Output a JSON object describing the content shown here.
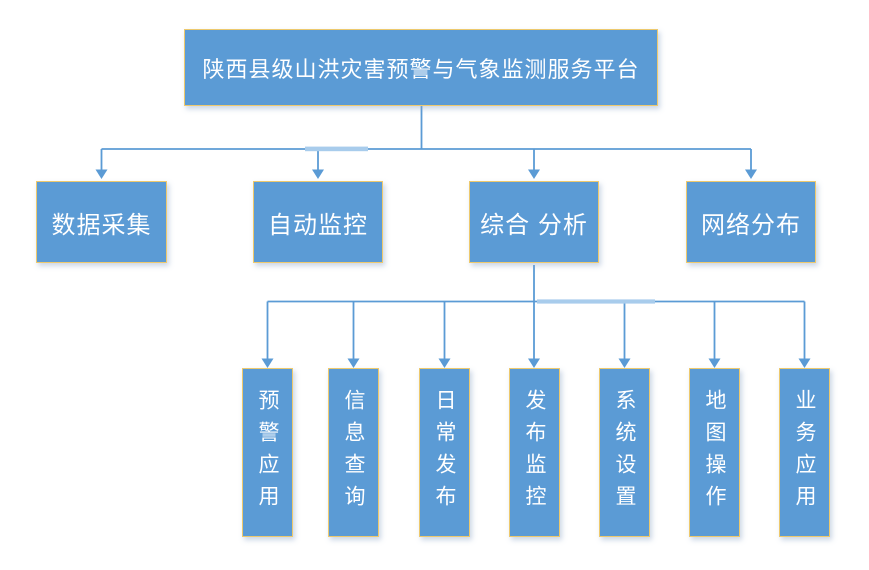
{
  "diagram": {
    "type": "org-chart",
    "root": {
      "label": "陕西县级山洪灾害预警与气象监测服务平台"
    },
    "level2": [
      {
        "label": "数据采集",
        "children": []
      },
      {
        "label": "自动监控",
        "children": []
      },
      {
        "label": "综合 分析",
        "children": [
          {
            "label": "预警应用"
          },
          {
            "label": "信息查询"
          },
          {
            "label": "日常发布"
          },
          {
            "label": "发布监控"
          },
          {
            "label": "系统设置"
          },
          {
            "label": "地图操作"
          },
          {
            "label": "业务应用"
          }
        ]
      },
      {
        "label": "网络分布",
        "children": []
      }
    ]
  },
  "colors": {
    "background": "#ffffff",
    "box_fill": "#5b9bd5",
    "box_border": "#edc96e",
    "box_text": "#ffffff",
    "connector": "#5b9bd5",
    "connector_highlight": "#a8ccec"
  }
}
